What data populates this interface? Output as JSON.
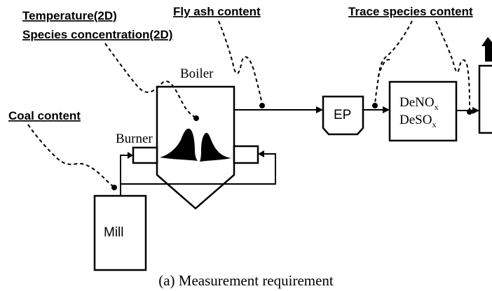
{
  "labels": {
    "temperature": "Temperature(2D)",
    "species_concentration": "Species concentration(2D)",
    "fly_ash_content": "Fly ash content",
    "trace_species_content": "Trace species content",
    "coal_content": "Coal content",
    "boiler": "Boiler",
    "burner": "Burner",
    "ep": "EP",
    "denox_main": "DeNO",
    "denox_sub": "x",
    "desox_main": "DeSO",
    "desox_sub": "x",
    "mill": "Mill"
  },
  "caption": "(a) Measurement requirement"
}
